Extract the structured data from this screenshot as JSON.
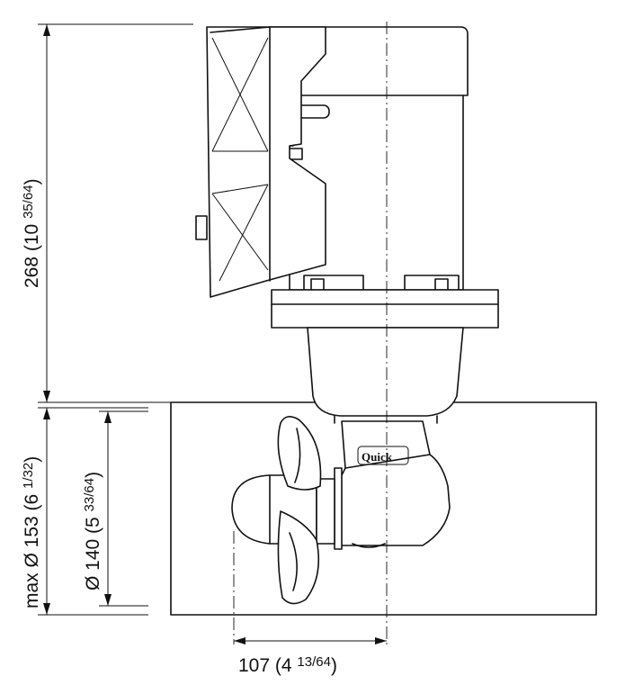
{
  "drawing": {
    "brand_logo": "Quick",
    "dimensions": {
      "height": {
        "value": "268",
        "paren_open": " (10 ",
        "frac": "35/64",
        "paren_close": ")"
      },
      "max_diameter": {
        "value": "max Ø 153",
        "paren_open": " (6 ",
        "frac": "1/32",
        "paren_close": ")"
      },
      "diameter": {
        "value": "Ø 140",
        "paren_open": " (5 ",
        "frac": "33/64",
        "paren_close": ")"
      },
      "offset": {
        "value": "107",
        "paren_open": " (4 ",
        "frac": "13/64",
        "paren_close": ")"
      }
    }
  }
}
